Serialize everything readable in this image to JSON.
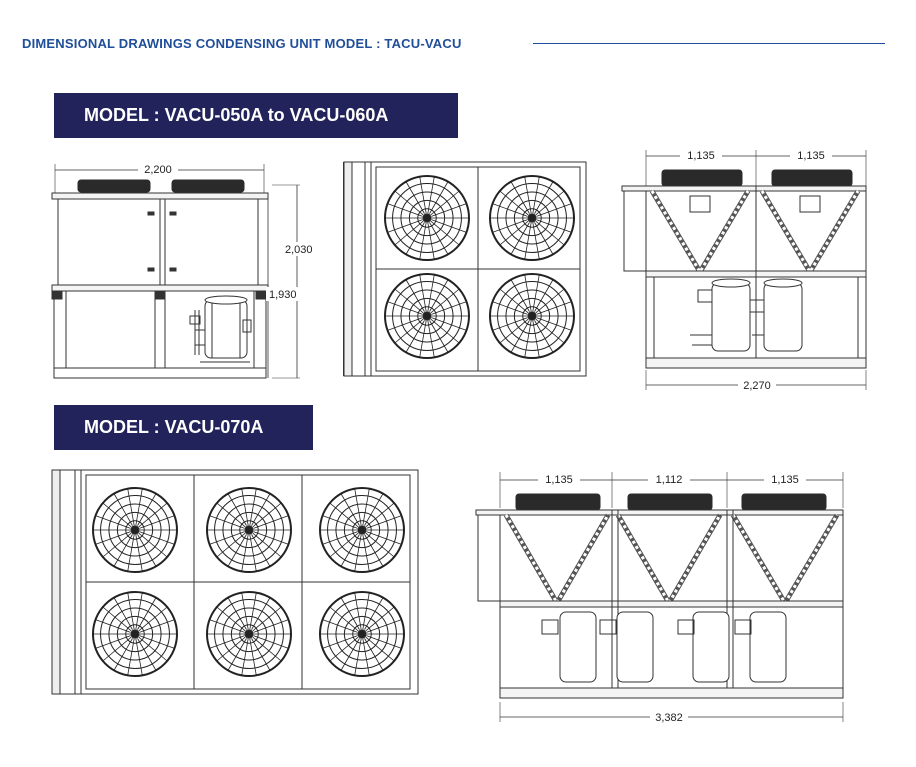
{
  "header": {
    "title": "DIMENSIONAL DRAWINGS  CONDENSING UNIT  MODEL :  TACU-VACU",
    "accent_color": "#1f4e9a"
  },
  "sections": [
    {
      "banner": "MODEL : VACU-050A to VACU-060A",
      "banner_color": "#22235a",
      "front_view": {
        "width": "2,200",
        "height_overall": "2,030",
        "height_body": "1,930"
      },
      "top_view": {
        "fans": 4
      },
      "side_view": {
        "spans": [
          "1,135",
          "1,135"
        ],
        "length": "2,270"
      }
    },
    {
      "banner": "MODEL : VACU-070A",
      "banner_color": "#22235a",
      "top_view": {
        "fans": 6
      },
      "side_view": {
        "spans": [
          "1,135",
          "1,112",
          "1,135"
        ],
        "length": "3,382"
      }
    }
  ]
}
